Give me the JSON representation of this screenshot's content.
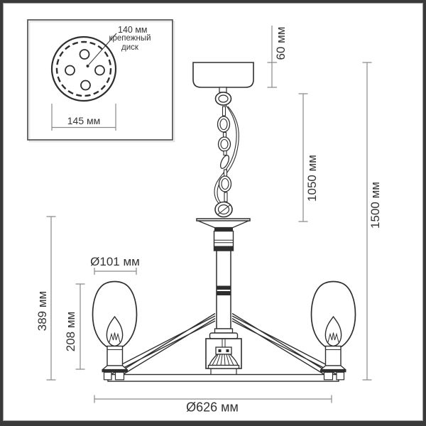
{
  "page": {
    "background": "#ffffff",
    "frame_color": "#3a3a3a",
    "line_color": "#2e2e2e",
    "dim_color": "#8a8a8a",
    "text_color": "#333333"
  },
  "inset": {
    "hole_circle_label": "140 мм",
    "disc_label": "крепежный диск",
    "disc_width_label": "145 мм"
  },
  "dimensions": {
    "canopy_height": "60 мм",
    "chain_length": "1050 мм",
    "overall_height": "1500 мм",
    "shade_diameter": "Ø101 мм",
    "body_height": "389 мм",
    "shade_height": "208 мм",
    "overall_diameter": "Ø626 мм"
  }
}
